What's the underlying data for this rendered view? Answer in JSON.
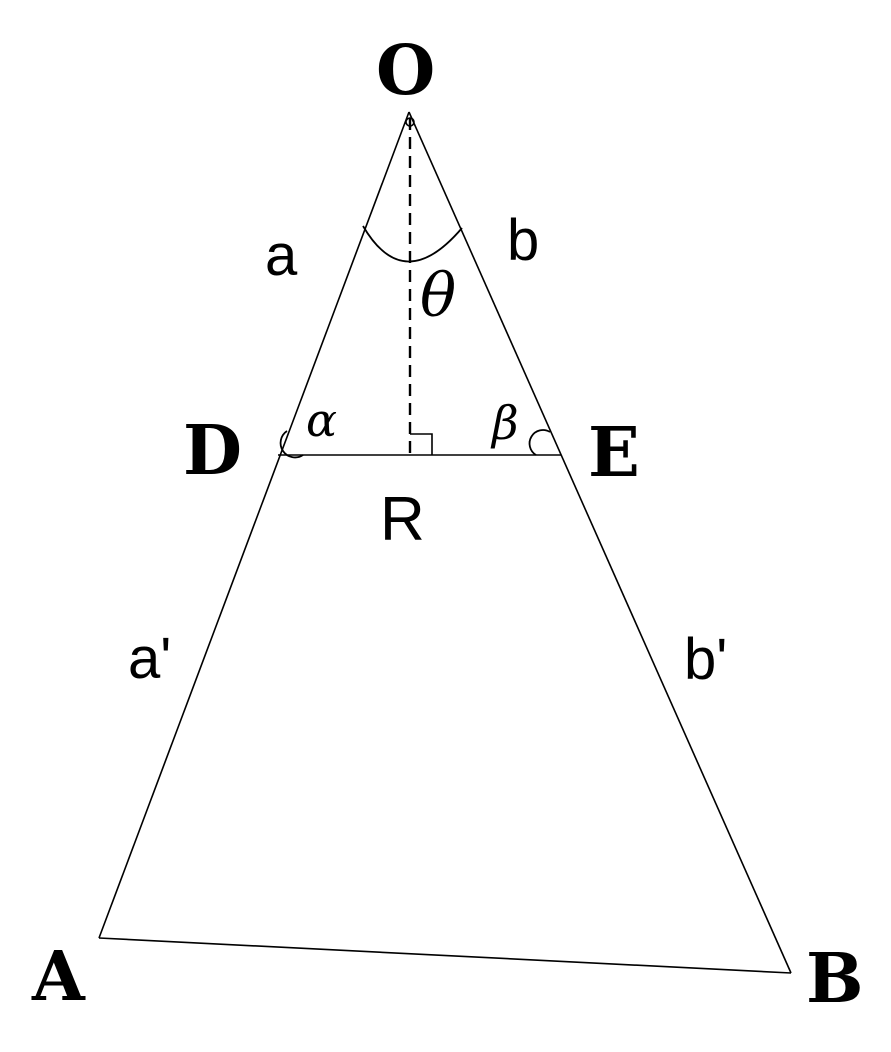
{
  "labels": {
    "vertex_o": "O",
    "vertex_a": "A",
    "vertex_b": "B",
    "vertex_d": "D",
    "vertex_e": "E",
    "point_r": "R",
    "side_a": "a",
    "side_b": "b",
    "side_a_prime": "a'",
    "side_b_prime": "b'",
    "angle_theta": "θ",
    "angle_alpha": "α",
    "angle_beta": "β"
  },
  "colors": {
    "stroke": "#000000",
    "background": "#ffffff"
  }
}
